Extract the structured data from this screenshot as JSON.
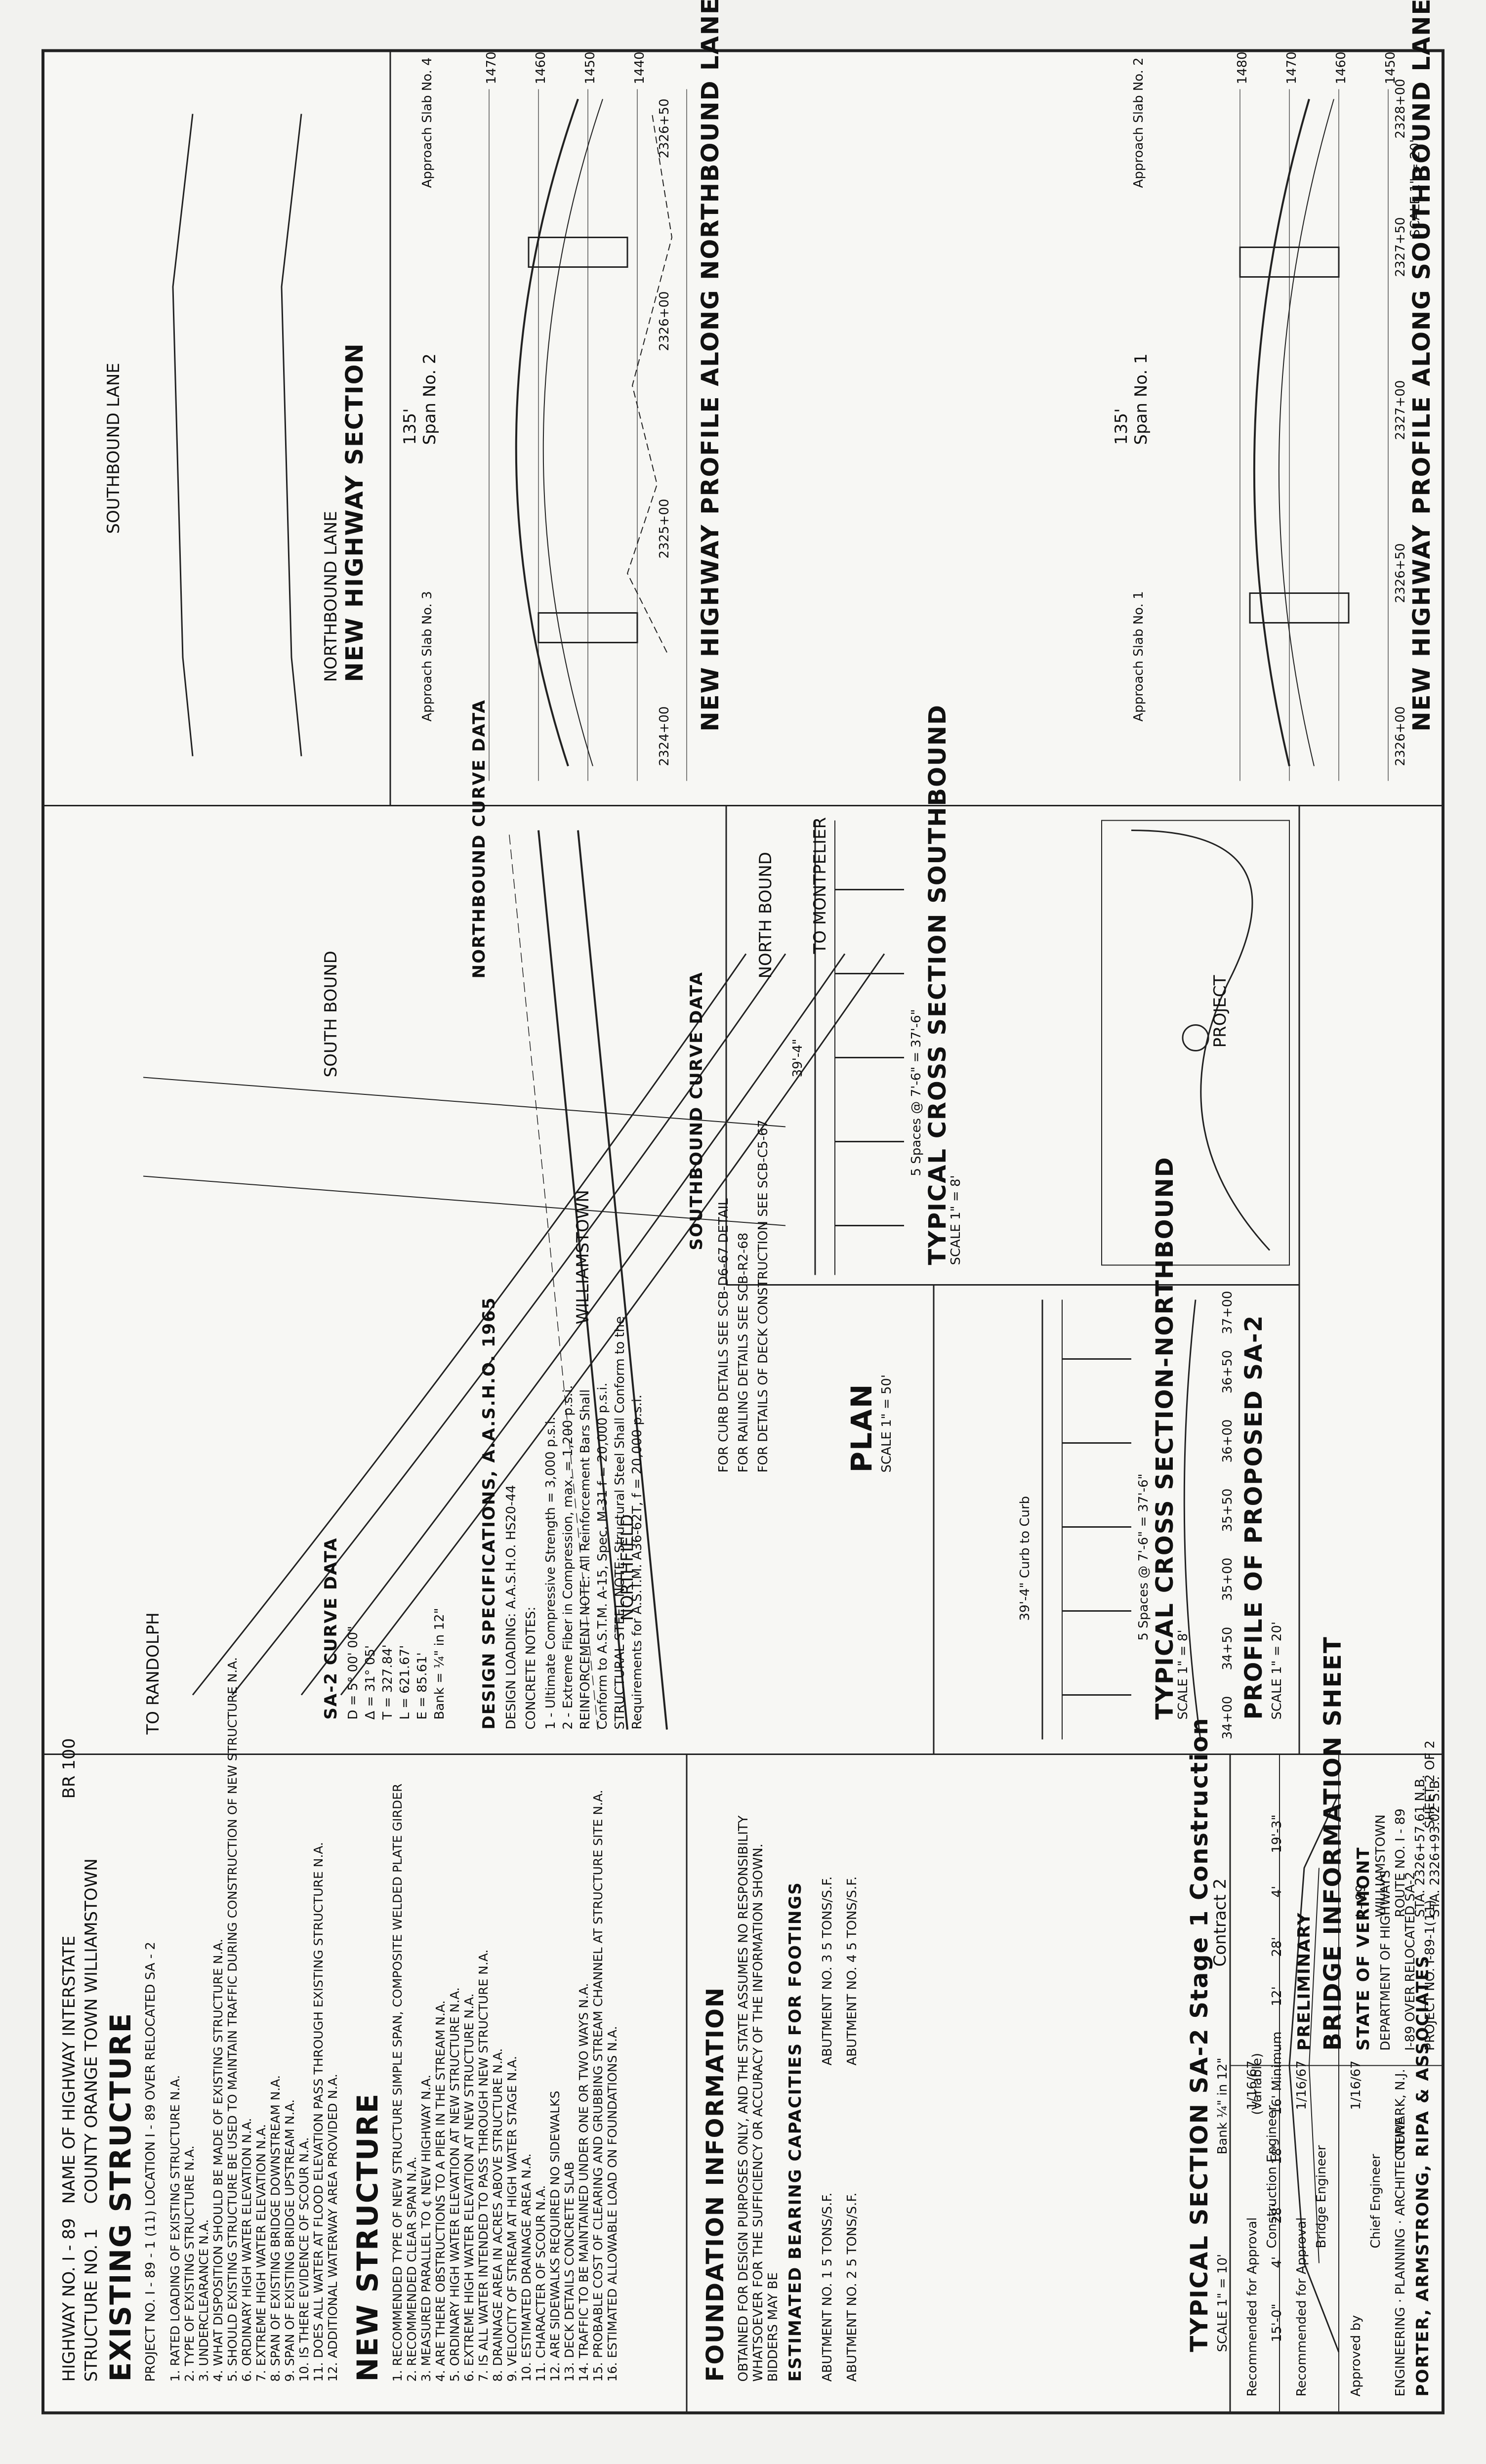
{
  "sheet": {
    "ref_number": "BR 100",
    "sheet_title": "BRIDGE INFORMATION SHEET",
    "status": "PRELIMINARY"
  },
  "existing": {
    "title": "EXISTING STRUCTURE",
    "highway_no": "I - 89",
    "name_of_highway": "INTERSTATE",
    "county": "ORANGE",
    "town": "WILLIAMSTOWN",
    "structure_no": "1",
    "project_no": "I - 89 - 1 (11)",
    "location": "I - 89 OVER RELOCATED SA - 2",
    "items": [
      "1. RATED LOADING OF EXISTING STRUCTURE  N.A.",
      "2. TYPE OF EXISTING STRUCTURE  N.A.",
      "3. UNDERCLEARANCE  N.A.",
      "4. WHAT DISPOSITION SHOULD BE MADE OF EXISTING STRUCTURE  N.A.",
      "5. SHOULD EXISTING STRUCTURE BE USED TO MAINTAIN TRAFFIC DURING CONSTRUCTION OF NEW STRUCTURE  N.A.",
      "6. ORDINARY HIGH WATER ELEVATION  N.A.",
      "7. EXTREME HIGH WATER ELEVATION  N.A.",
      "8. SPAN OF EXISTING BRIDGE DOWNSTREAM  N.A.",
      "9. SPAN OF EXISTING BRIDGE UPSTREAM  N.A.",
      "10. IS THERE EVIDENCE OF SCOUR  N.A.",
      "11. DOES ALL WATER AT FLOOD ELEVATION PASS THROUGH EXISTING STRUCTURE  N.A.",
      "12. ADDITIONAL WATERWAY AREA PROVIDED  N.A."
    ]
  },
  "new_structure": {
    "title": "NEW STRUCTURE",
    "items": [
      "1. RECOMMENDED TYPE OF NEW STRUCTURE  SIMPLE SPAN, COMPOSITE WELDED PLATE GIRDER",
      "2. RECOMMENDED CLEAR SPAN  N.A.",
      "3. MEASURED PARALLEL TO ¢ NEW HIGHWAY  N.A.",
      "4. ARE THERE OBSTRUCTIONS TO A PIER IN THE STREAM  N.A.",
      "5. ORDINARY HIGH WATER ELEVATION AT NEW STRUCTURE  N.A.",
      "6. EXTREME HIGH WATER ELEVATION AT NEW STRUCTURE  N.A.",
      "7. IS ALL WATER INTENDED TO PASS THROUGH NEW STRUCTURE  N.A.",
      "8. DRAINAGE AREA IN ACRES ABOVE STRUCTURE  N.A.",
      "9. VELOCITY OF STREAM AT HIGH WATER STAGE  N.A.",
      "10. ESTIMATED DRAINAGE AREA  N.A.",
      "11. CHARACTER OF SCOUR  N.A.",
      "12. ARE SIDEWALKS REQUIRED  NO SIDEWALKS",
      "13. DECK DETAILS  CONCRETE SLAB",
      "14. TRAFFIC TO BE MAINTAINED UNDER  ONE OR TWO WAYS  N.A.",
      "15. PROBABLE COST OF CLEARING AND GRUBBING STREAM CHANNEL AT STRUCTURE SITE  N.A.",
      "16. ESTIMATED ALLOWABLE LOAD ON FOUNDATIONS  N.A."
    ]
  },
  "foundation": {
    "title": "FOUNDATION INFORMATION",
    "note": "OBTAINED FOR DESIGN PURPOSES ONLY, AND THE STATE ASSUMES NO RESPONSIBILITY WHATSOEVER FOR THE SUFFICIENCY OR ACCURACY OF THE INFORMATION SHOWN. BIDDERS MAY BE",
    "bearing_title": "ESTIMATED BEARING CAPACITIES FOR FOOTINGS",
    "abutment_1": "ABUTMENT NO. 1  5 TONS/S.F.",
    "abutment_2": "ABUTMENT NO. 2  5 TONS/S.F.",
    "abutment_3": "ABUTMENT NO. 3  5 TONS/S.F.",
    "abutment_4": "ABUTMENT NO. 4  5 TONS/S.F."
  },
  "typical_section": {
    "title": "TYPICAL SECTION SA-2  Stage 1 Construction",
    "subtitle": "Contract 2",
    "scale": "SCALE 1\" = 10'",
    "bank": "Bank ¼\" in 12\"",
    "dims": [
      "15'-0\"",
      "4'",
      "28'",
      "18'",
      "16' Minimum",
      "(Variable)",
      "12'",
      "28'",
      "4'",
      "19'-3\""
    ]
  },
  "titleblock": {
    "state": "STATE OF VERMONT",
    "department": "DEPARTMENT OF HIGHWAYS",
    "route": "I - 89",
    "towns": "WILLIAMSTOWN",
    "route_no": "ROUTE NO. I - 89",
    "station_nb": "STA. 2326+57.61 N.B.",
    "station_sb": "STA. 2326+93.02 S.B.",
    "over": "I-89 OVER RELOCATED SA-2",
    "project": "PROJECT NO. I-89-1(11)",
    "sheet": "SHEET 2 OF 2",
    "firm": "PORTER, ARMSTRONG, RIPA & ASSOCIATES",
    "firm_sub": "ENGINEERING · PLANNING · ARCHITECTURE",
    "firm_city": "NEWARK, N.J.",
    "recommended_1": "Recommended for Approval",
    "recommended_2": "Recommended for Approval",
    "approved": "Approved by",
    "role_1": "Construction Engineer",
    "role_2": "Bridge Engineer",
    "role_3": "Chief Engineer",
    "date_1": "1/16/67",
    "date_2": "1/16/67",
    "date_3": "1/16/67"
  },
  "northbound": {
    "section_title": "NEW HIGHWAY SECTION",
    "section_sub": "NORTHBOUND LANE",
    "southbound_sub": "SOUTHBOUND LANE",
    "profile_title": "NEW HIGHWAY PROFILE ALONG NORTHBOUND LANE",
    "span": "Span No. 2",
    "span_len": "135'",
    "approach_3": "Approach Slab No. 3",
    "approach_4": "Approach Slab No. 4",
    "stations": [
      "2324+00",
      "2325+00",
      "2326+00",
      "2326+50"
    ],
    "elevations": [
      "1470",
      "1460",
      "1450",
      "1440"
    ]
  },
  "southbound": {
    "profile_title": "NEW HIGHWAY PROFILE ALONG SOUTHBOUND LANE",
    "scale": "SCALE 1\" = 20'",
    "span": "Span No. 1",
    "span_len": "135'",
    "approach_1": "Approach Slab No. 1",
    "approach_2": "Approach Slab No. 2",
    "stations": [
      "2326+00",
      "2326+50",
      "2327+00",
      "2327+50",
      "2328+00"
    ],
    "elevations": [
      "1480",
      "1470",
      "1460",
      "1450"
    ]
  },
  "plan": {
    "title": "PLAN",
    "scale": "SCALE 1\" = 50'",
    "to_randolph": "TO RANDOLPH",
    "to_montpelier": "TO MONTPELIER",
    "williamstown": "WILLIAMSTOWN",
    "northfield": "NORTHFIELD",
    "north_bound": "NORTH BOUND",
    "south_bound": "SOUTH BOUND",
    "curve_title": "SA-2 CURVE DATA",
    "curve_data": [
      "D = 5° 00' 00\"",
      "Δ = 31° 05'",
      "T = 327.84'",
      "L = 621.67'",
      "E = 85.61'",
      "Bank = ¼\" in 12\""
    ],
    "sb_curve_title": "SOUTHBOUND CURVE DATA",
    "nb_curve_title": "NORTHBOUND CURVE DATA"
  },
  "design": {
    "title": "DESIGN SPECIFICATIONS, A.A.S.H.O. 1965",
    "loading": "DESIGN LOADING: A.A.S.H.O. HS20-44",
    "concrete": "CONCRETE NOTES:",
    "notes": [
      "1 - Ultimate Compressive Strength = 3,000 p.s.i.",
      "2 - Extreme Fiber in Compression, max. = 1,200 p.s.i.",
      "REINFORCEMENT NOTE: All Reinforcement Bars Shall",
      "Conform to A.S.T.M. A-15, Spec. M-31 f = 20,000 p.s.i.",
      "STRUCTURAL STEEL NOTE: Structural Steel Shall Conform to the",
      "Requirements for A.S.T.M. A36-62T, f = 20,000 p.s.i."
    ],
    "curb_note": "FOR CURB DETAILS SEE SCB-D6-67 DETAIL",
    "rail_note": "FOR RAILING DETAILS SEE SCB-R2-68",
    "deck_note": "FOR DETAILS OF DECK CONSTRUCTION SEE SCB-C5-67"
  },
  "profile_sa2": {
    "title": "PROFILE OF PROPOSED SA-2",
    "scale": "SCALE 1\" = 20'",
    "stations": [
      "34+00",
      "34+50",
      "35+00",
      "35+50",
      "36+00",
      "36+50",
      "37+00"
    ]
  },
  "xsec_nb": {
    "title": "TYPICAL CROSS SECTION-NORTHBOUND",
    "scale": "SCALE 1\" = 8'",
    "width": "39'-4\" Curb to Curb",
    "spaces": "5 Spaces @ 7'-6\" = 37'-6\""
  },
  "xsec_sb": {
    "title": "TYPICAL CROSS SECTION SOUTHBOUND",
    "scale": "SCALE 1\" = 8'",
    "width": "39'-4\"",
    "spaces": "5 Spaces @ 7'-6\" = 37'-6\""
  },
  "location_map": {
    "label": "PROJECT"
  }
}
